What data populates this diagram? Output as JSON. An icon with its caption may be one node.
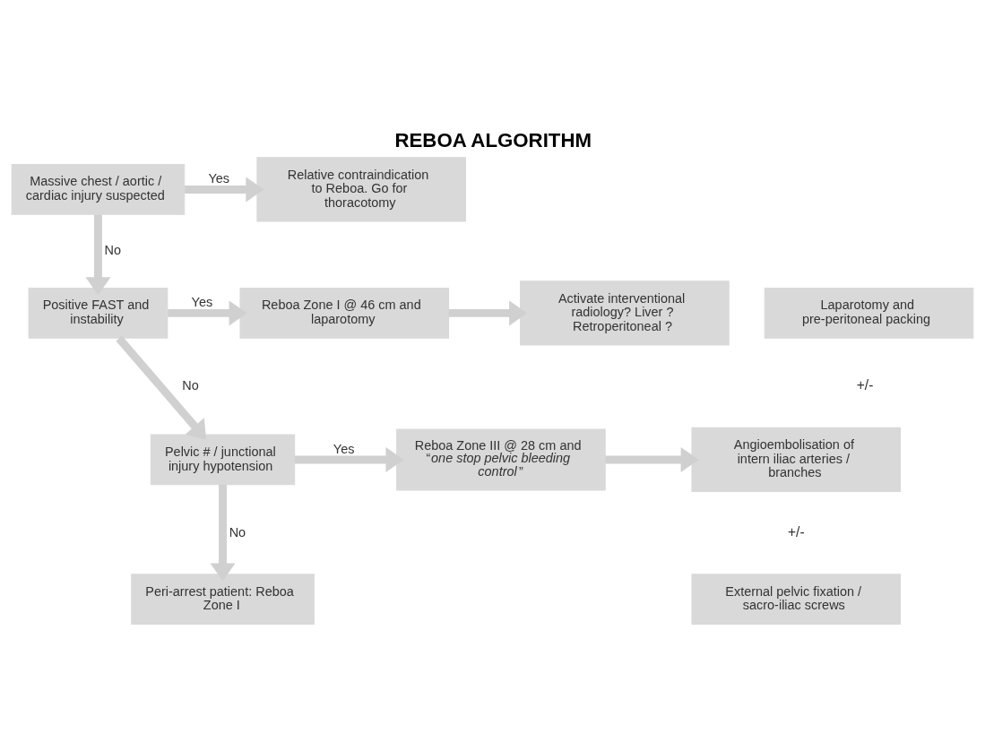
{
  "diagram": {
    "title": "REBOA ALGORITHM",
    "nodes": [
      {
        "text": [
          "Massive chest / aortic / cardiac injury suspected"
        ]
      },
      {
        "text": [
          "Relative contraindication to Reboa. Go for thoracotomy"
        ]
      },
      {
        "text": [
          "Positive FAST and instability"
        ]
      },
      {
        "text": [
          "Reboa Zone I @ 46 cm and laparotomy"
        ]
      },
      {
        "text": [
          "Activate interventional radiology? Liver ? Retroperitoneal ?"
        ]
      },
      {
        "text": [
          "Pelvic # / junctional injury hypotension"
        ]
      },
      {
        "text": [
          "Reboa Zone III @ 28 cm and “*one stop pelvic bleeding control*”"
        ]
      },
      {
        "text": [
          "Laparotomy and pre-peritoneal packing"
        ]
      },
      {
        "text": [
          "Angioembolisation of intern iliac arteries / branches"
        ]
      },
      {
        "text": [
          "External pelvic fixation / sacro-iliac screws"
        ]
      },
      {
        "text": [
          "Peri-arrest patient: Reboa Zone I"
        ]
      }
    ],
    "edges": [
      {
        "from": 0,
        "to": 1,
        "arrow": "to",
        "label": "Yes"
      },
      {
        "from": 0,
        "to": 2,
        "arrow": "to",
        "label": "No"
      },
      {
        "from": 2,
        "to": 3,
        "arrow": "to",
        "label": "Yes"
      },
      {
        "from": 3,
        "to": 4,
        "arrow": "to"
      },
      {
        "from": 2,
        "to": 5,
        "arrow": "to",
        "label": "No"
      },
      {
        "from": 5,
        "to": 6,
        "arrow": "to",
        "label": "Yes"
      },
      {
        "from": 6,
        "to": 8,
        "arrow": "to"
      },
      {
        "from": 5,
        "to": 10,
        "arrow": "to",
        "label": "No"
      }
    ],
    "labels": [
      "+/-",
      "+/-"
    ]
  }
}
